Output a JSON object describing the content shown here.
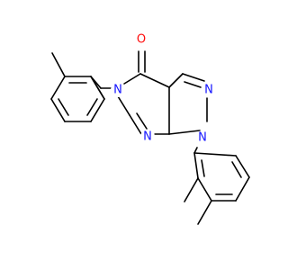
{
  "colors": {
    "bond": "#000000",
    "nitrogen": "#1414ff",
    "oxygen": "#ff0d0d",
    "background": "#ffffff"
  },
  "atoms": {
    "oxygen": "O",
    "n5": "N",
    "n_pyrazole": "N",
    "n1": "N",
    "n7": "N"
  }
}
